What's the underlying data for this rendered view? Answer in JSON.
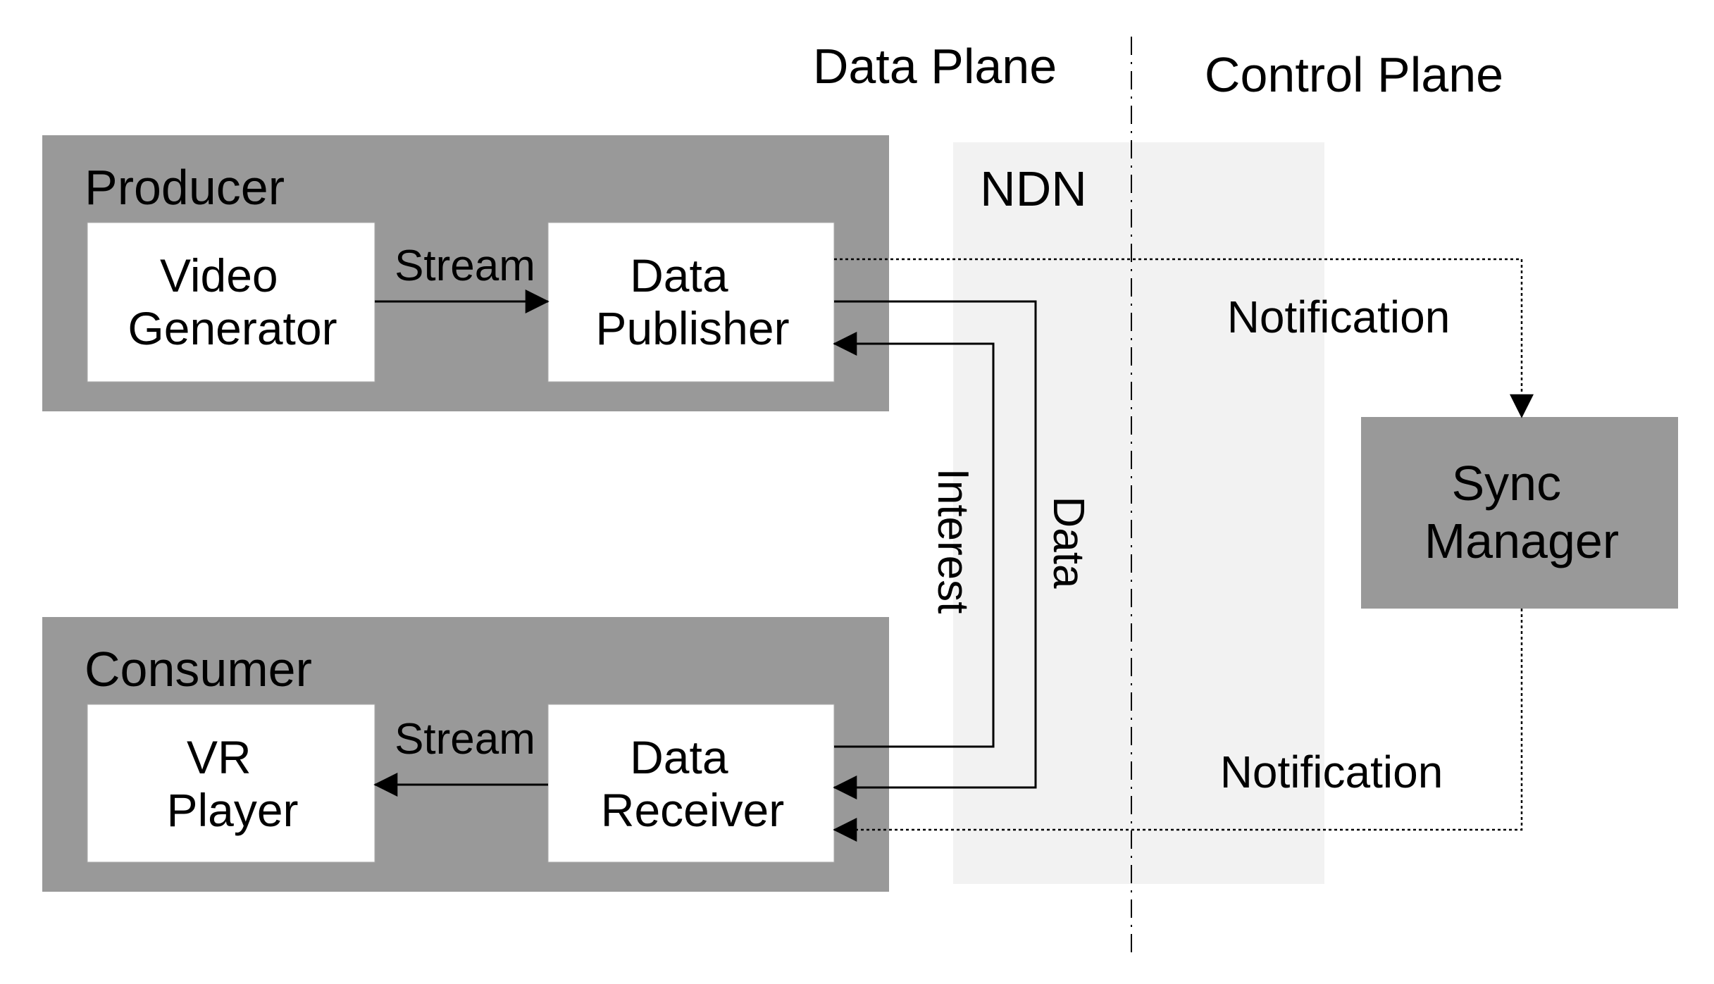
{
  "planes": {
    "data_plane": "Data Plane",
    "control_plane": "Control Plane",
    "network": "NDN"
  },
  "producer": {
    "title": "Producer",
    "video_generator": [
      "Video",
      "Generator"
    ],
    "data_publisher": [
      "Data",
      "Publisher"
    ],
    "stream_label": "Stream"
  },
  "consumer": {
    "title": "Consumer",
    "vr_player": [
      "VR",
      "Player"
    ],
    "data_receiver": [
      "Data",
      "Receiver"
    ],
    "stream_label": "Stream"
  },
  "sync_manager": [
    "Sync",
    "Manager"
  ],
  "edges": {
    "interest": "Interest",
    "data": "Data",
    "notification_top": "Notification",
    "notification_bottom": "Notification"
  },
  "colors": {
    "group_fill": "#999999",
    "box_fill": "#ffffff",
    "ndn_band": "#f2f2f2",
    "line": "#000000"
  }
}
